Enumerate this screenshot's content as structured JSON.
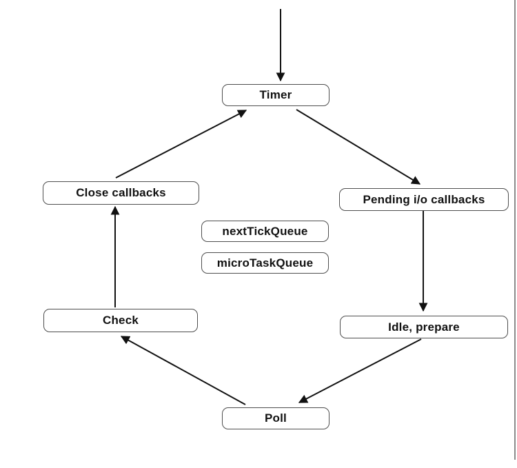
{
  "diagram": {
    "title": "event-loop-flow",
    "nodes": {
      "timer": {
        "label": "Timer"
      },
      "close_callbacks": {
        "label": "Close callbacks"
      },
      "pending_io_callbacks": {
        "label": "Pending i/o callbacks"
      },
      "next_tick_queue": {
        "label": "nextTickQueue"
      },
      "micro_task_queue": {
        "label": "microTaskQueue"
      },
      "check": {
        "label": "Check"
      },
      "idle_prepare": {
        "label": "Idle, prepare"
      },
      "poll": {
        "label": "Poll"
      }
    },
    "edges": [
      {
        "from": "entry",
        "to": "timer"
      },
      {
        "from": "close_callbacks",
        "to": "timer"
      },
      {
        "from": "timer",
        "to": "pending_io_callbacks"
      },
      {
        "from": "pending_io_callbacks",
        "to": "idle_prepare"
      },
      {
        "from": "idle_prepare",
        "to": "poll"
      },
      {
        "from": "poll",
        "to": "check"
      },
      {
        "from": "check",
        "to": "close_callbacks"
      }
    ],
    "colors": {
      "background": "#ffffff",
      "box_fill": "#ffffff",
      "box_border": "#4d4d4d",
      "text": "#111111",
      "arrow": "#111111",
      "frame_line": "#8a8a8a"
    }
  }
}
